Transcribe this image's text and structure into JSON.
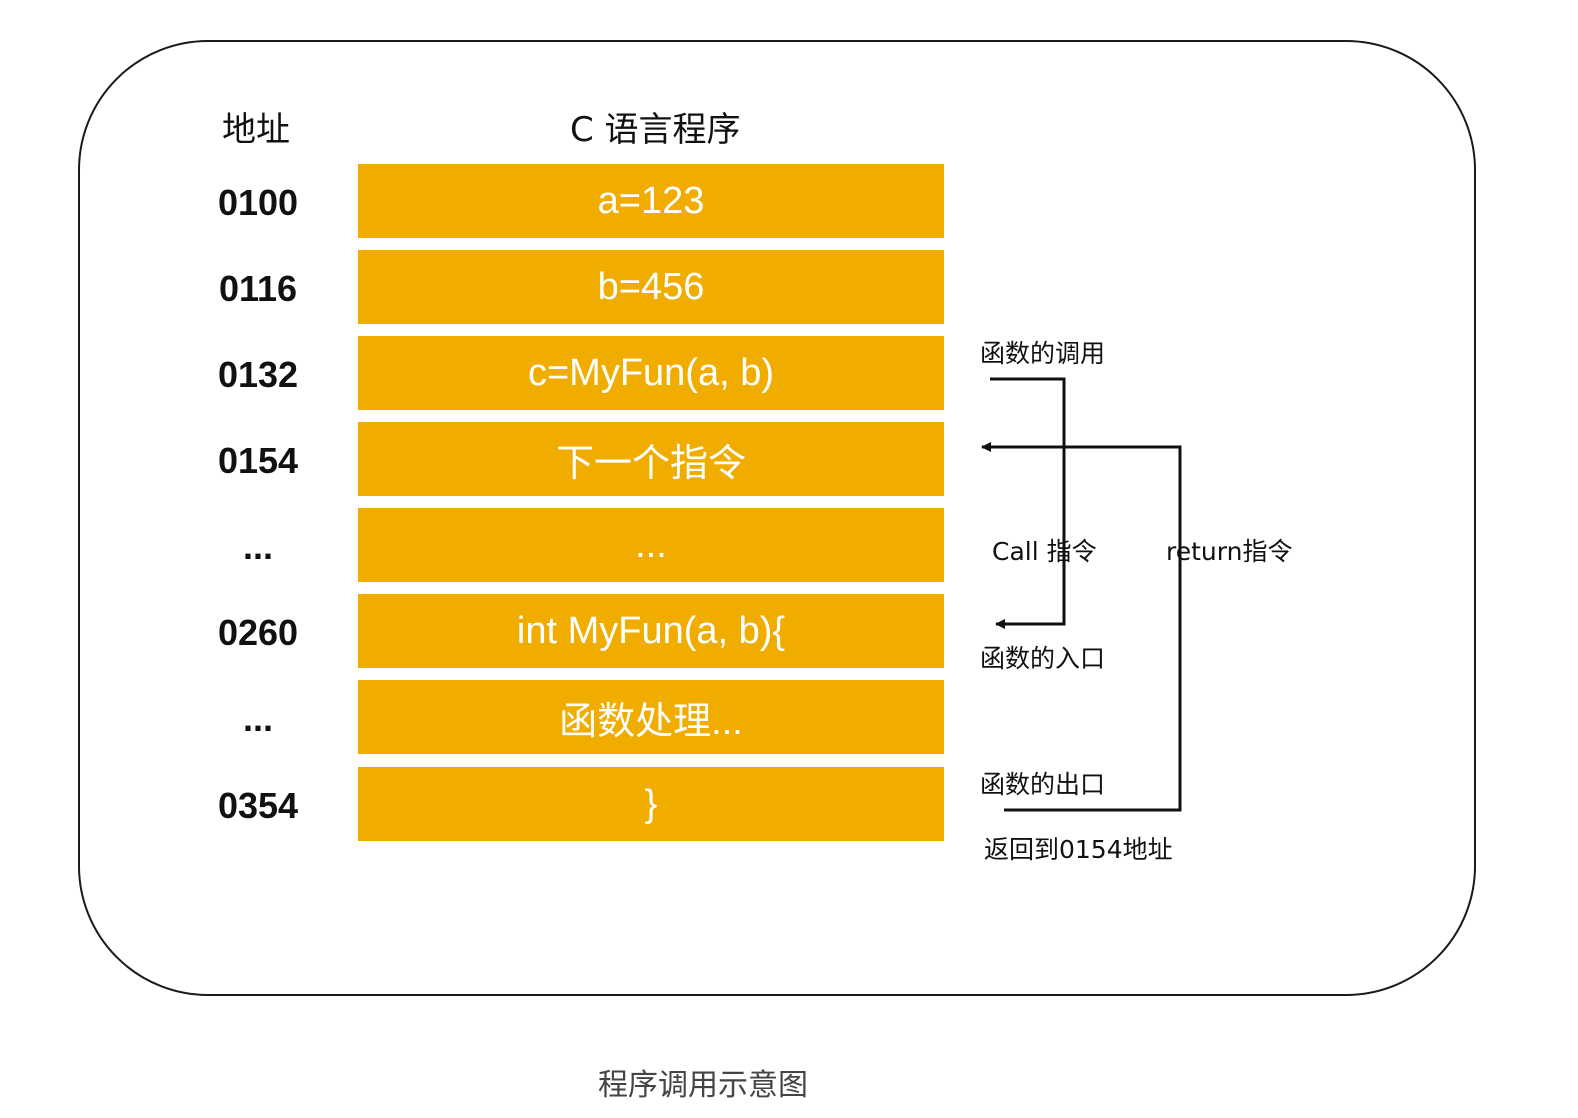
{
  "headers": {
    "address": "地址",
    "program": "C 语言程序"
  },
  "rows": [
    {
      "addr": "0100",
      "code": "a=123"
    },
    {
      "addr": "0116",
      "code": "b=456"
    },
    {
      "addr": "0132",
      "code": "c=MyFun(a, b)"
    },
    {
      "addr": "0154",
      "code": "下一个指令"
    },
    {
      "addr": "...",
      "code": "..."
    },
    {
      "addr": "0260",
      "code": "int MyFun(a, b){"
    },
    {
      "addr": "...",
      "code": "函数处理..."
    },
    {
      "addr": "0354",
      "code": "}"
    }
  ],
  "annotations": {
    "call_label": "函数的调用",
    "call_instruction": "Call 指令",
    "return_instruction": "return指令",
    "entry_label": "函数的入口",
    "exit_label": "函数的出口",
    "return_to": "返回到0154地址"
  },
  "caption": "程序调用示意图",
  "colors": {
    "block": "#f0ad00",
    "block_text": "#ffffff",
    "line": "#111111"
  }
}
